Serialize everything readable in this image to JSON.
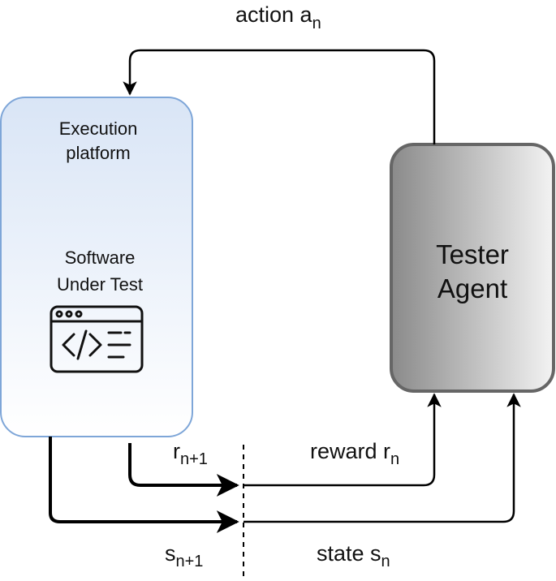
{
  "diagram": {
    "action_label": "action a",
    "action_sub": "n",
    "platform": {
      "title_line1": "Execution",
      "title_line2": "platform",
      "sut_line1": "Software",
      "sut_line2": "Under Test",
      "icon": "code-window-icon"
    },
    "agent": {
      "line1": "Tester",
      "line2": "Agent"
    },
    "reward_next": {
      "base": "r",
      "sub": "n+1"
    },
    "state_next": {
      "base": "s",
      "sub": "n+1"
    },
    "reward_label": {
      "base": "reward r",
      "sub": "n"
    },
    "state_label": {
      "base": "state s",
      "sub": "n"
    },
    "colors": {
      "platform_fill_top": "#dbe6f6",
      "platform_fill_bottom": "#ffffff",
      "platform_stroke": "#7ea6d8",
      "agent_fill_left": "#8c8c8c",
      "agent_fill_right": "#f2f2f2",
      "agent_stroke": "#666666",
      "line": "#000000"
    }
  }
}
